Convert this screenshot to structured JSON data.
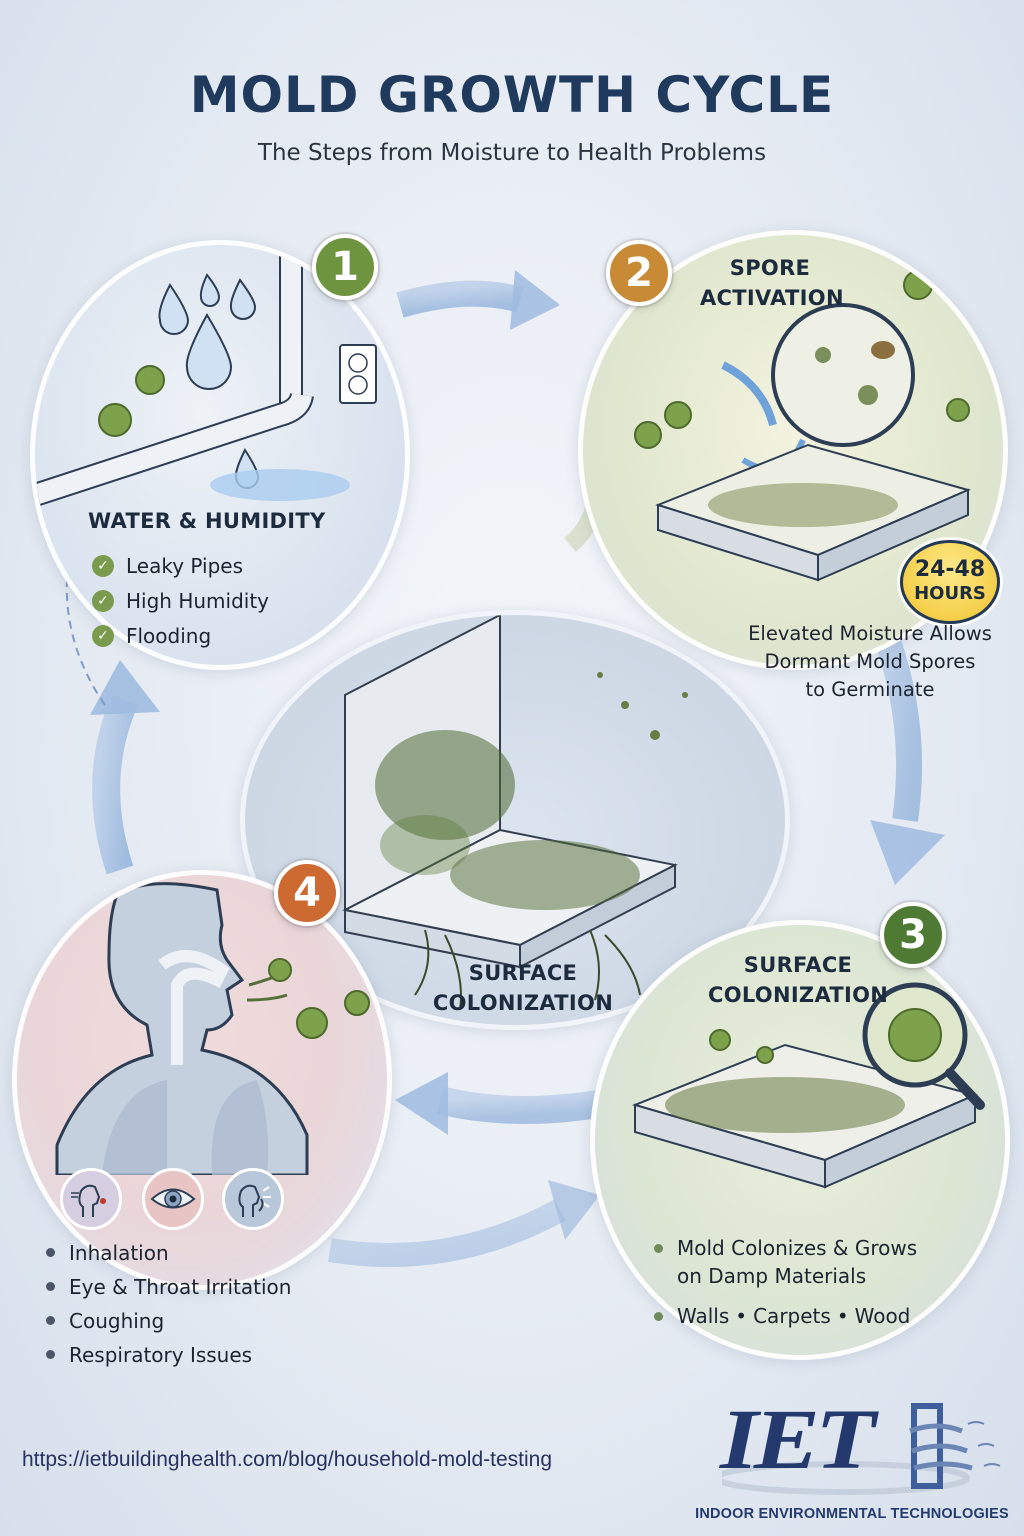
{
  "header": {
    "title": "MOLD GROWTH CYCLE",
    "subtitle": "The Steps from Moisture to Health Problems"
  },
  "steps": [
    {
      "number": "1",
      "badge_color": "#6e9440",
      "title": "WATER & HUMIDITY",
      "items": [
        "Leaky Pipes",
        "High Humidity",
        "Flooding"
      ],
      "illustration": "leaking-pipe-with-water-drops-outlet-and-spores"
    },
    {
      "number": "2",
      "badge_color": "#c98a36",
      "title_line1": "SPORE",
      "title_line2": "ACTIVATION",
      "timer": {
        "value": "24-48",
        "unit": "HOURS"
      },
      "description": [
        "Elevated Moisture Allows",
        "Dormant Mold Spores",
        "to Germinate"
      ],
      "illustration": "magnified-spores-over-damp-slab"
    },
    {
      "number": "3",
      "badge_color": "#4f7a34",
      "title_line1": "SURFACE",
      "title_line2": "COLONIZATION",
      "items": [
        "Mold Colonizes & Grows on Damp Materials"
      ],
      "items_line1": "Mold Colonizes & Grows",
      "items_line2": "on Damp Materials",
      "materials": [
        "Walls",
        "Carpets",
        "Wood"
      ],
      "illustration": "slab-with-mold-and-magnifying-glass"
    },
    {
      "number": "4",
      "badge_color": "#cc6a32",
      "items": [
        "Inhalation",
        "Eye & Throat Irritation",
        "Coughing",
        "Respiratory Issues"
      ],
      "symptom_icons": [
        "inhalation-icon",
        "eye-irritation-icon",
        "coughing-icon"
      ],
      "illustration": "human-respiratory-system-inhaling-spores"
    }
  ],
  "center": {
    "title_line1": "SURFACE",
    "title_line2": "COLONIZATION",
    "illustration": "moldy-wall-and-floor-corner"
  },
  "footer": {
    "url": "https://ietbuildinghealth.com/blog/household-mold-testing",
    "logo_text": "IET",
    "company": "INDOOR ENVIRONMENTAL TECHNOLOGIES"
  },
  "colors": {
    "title": "#1f3a5c",
    "heading": "#1d2b3f",
    "arrow": "#9fbbe0",
    "logo": "#243a6e",
    "hours_badge": "#f5cf4a"
  }
}
